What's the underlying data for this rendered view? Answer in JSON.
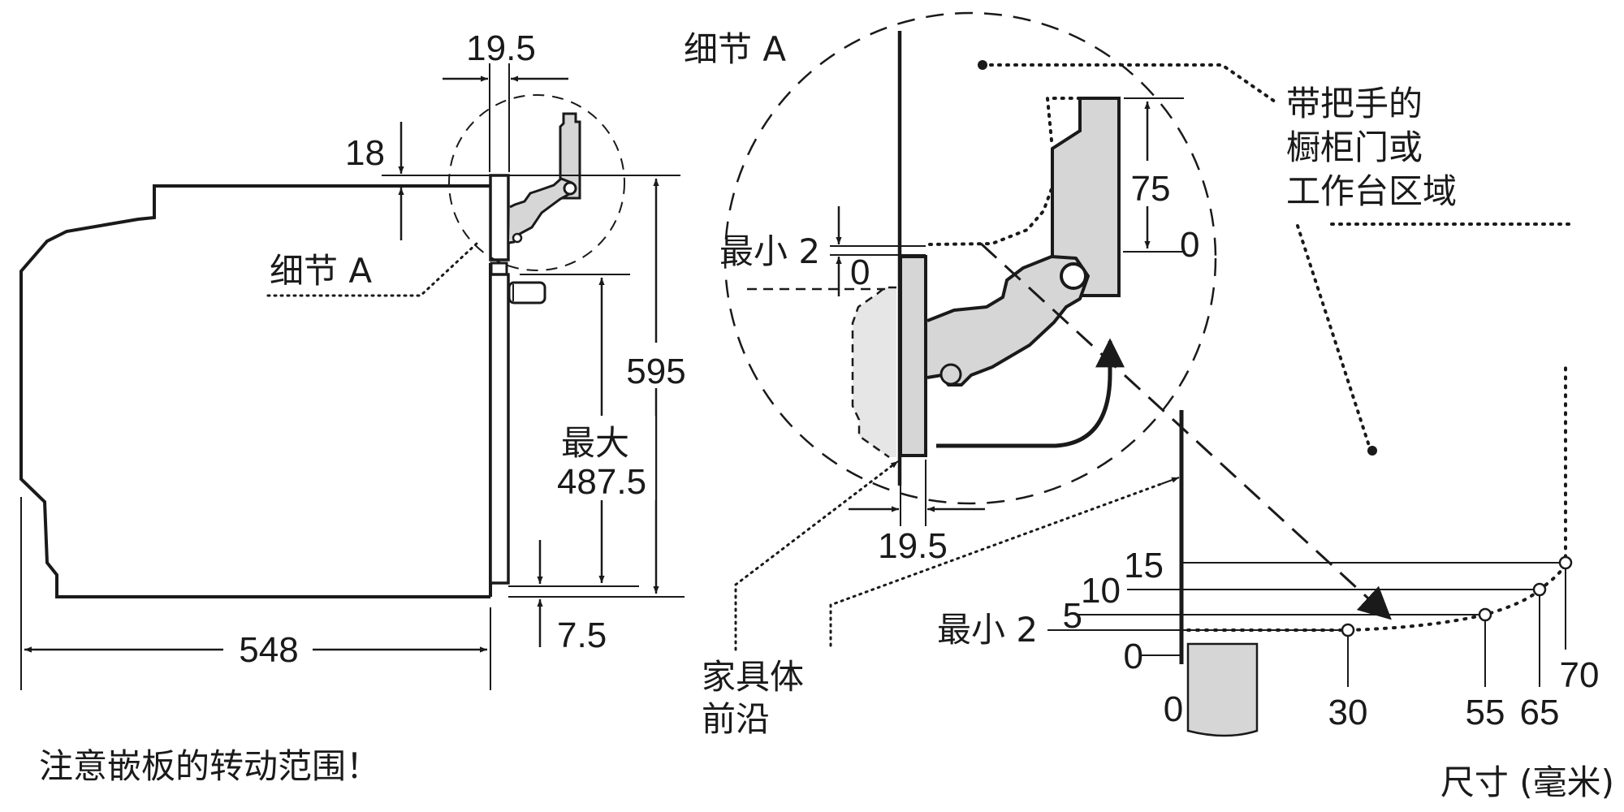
{
  "colors": {
    "ink": "#1a1a1a",
    "part_fill": "#d6d6d6",
    "panel_fill": "#e6e6e6",
    "background": "#ffffff"
  },
  "left_view": {
    "dim_top_gap": "19.5",
    "dim_upper_offset": "18",
    "detail_label": "细节 A",
    "dim_height": "595",
    "dim_max_label_1": "最大",
    "dim_max_label_2": "487.5",
    "dim_bottom_offset": "7.5",
    "dim_depth": "548"
  },
  "detail_view": {
    "title": "细节 A",
    "min_label": "最小 2",
    "zero_left": "0",
    "dim_door_height": "75",
    "zero_right": "0",
    "cabinet_note_line1": "带把手的",
    "cabinet_note_line2": "橱柜门或",
    "cabinet_note_line3": "工作台区域",
    "dim_bottom_gap": "19.5",
    "furniture_label_line1": "家具体",
    "furniture_label_line2": "前沿"
  },
  "clearance_chart": {
    "y_labels": [
      "15",
      "10",
      "5",
      "0"
    ],
    "min_label": "最小 2",
    "x_labels": [
      "0",
      "30",
      "55",
      "65",
      "70"
    ]
  },
  "footer": {
    "note": "注意嵌板的转动范围！",
    "units": "尺寸 (毫米)"
  }
}
